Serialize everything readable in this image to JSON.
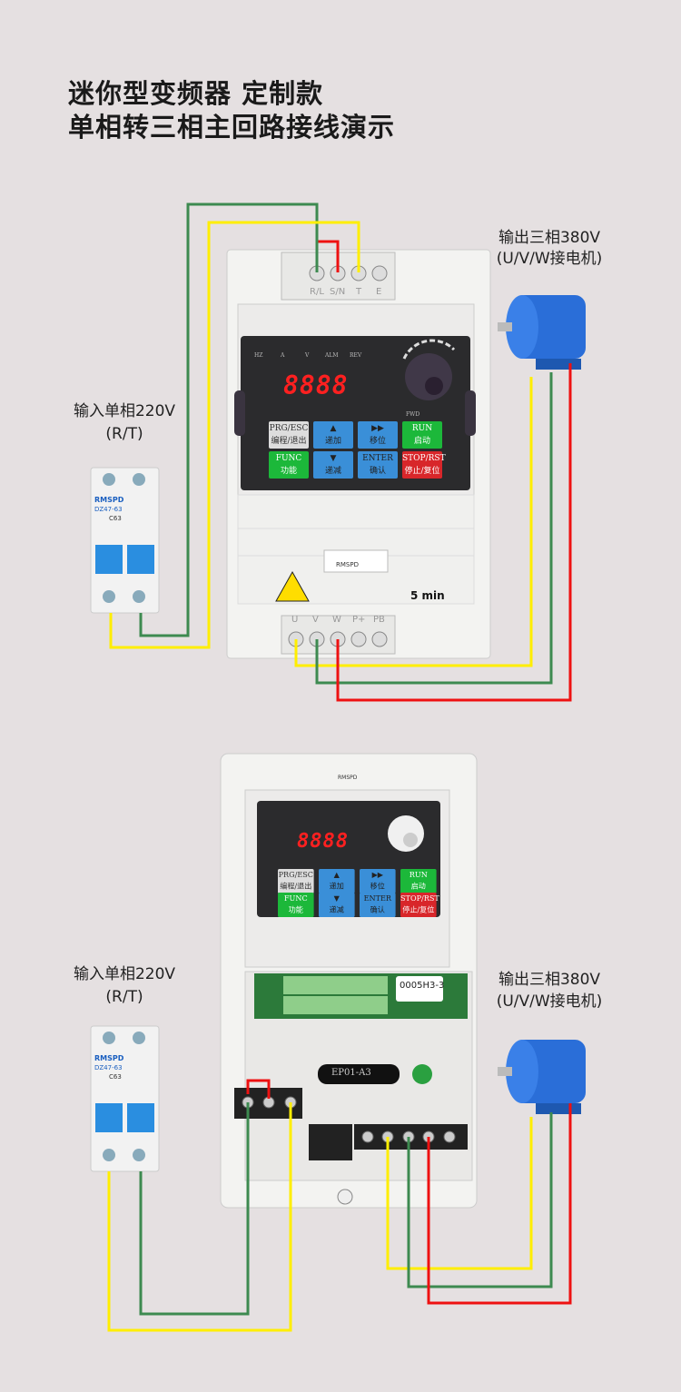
{
  "title": {
    "line1": "迷你型变频器  定制款",
    "line2": "单相转三相主回路接线演示"
  },
  "labels": {
    "input": "输入单相220V",
    "input_sub": "(R/T)",
    "output": "输出三相380V",
    "output_sub": "(U/V/W接电机)"
  },
  "inverter": {
    "display": "8888",
    "indicators": [
      "HZ",
      "A",
      "V",
      "ALM",
      "REV"
    ],
    "fwd": "FWD",
    "keys": [
      {
        "top": "PRG/ESC",
        "bottom": "编程/退出"
      },
      {
        "top": "▲",
        "bottom": "递加"
      },
      {
        "top": "▶▶",
        "bottom": "移位"
      },
      {
        "top": "RUN",
        "bottom": "启动"
      },
      {
        "top": "FUNC",
        "bottom": "功能"
      },
      {
        "top": "▼",
        "bottom": "递减"
      },
      {
        "top": "ENTER",
        "bottom": "确认"
      },
      {
        "top": "STOP/RST",
        "bottom": "停止/复位"
      }
    ],
    "input_terminals": [
      "R/L",
      "S/N",
      "T",
      "E"
    ],
    "output_terminals": [
      "U",
      "V",
      "W",
      "P+",
      "PB"
    ],
    "warning": "5 min",
    "brand": "RMSPD",
    "board_label": "0005H3-3",
    "model_plate": "EP01-A3"
  },
  "breaker": {
    "brand": "RMSPD",
    "model": "DZ47-63",
    "rating": "C63"
  },
  "colors": {
    "yellow": "#ffee00",
    "green": "#3d8a50",
    "red": "#ee1111"
  }
}
